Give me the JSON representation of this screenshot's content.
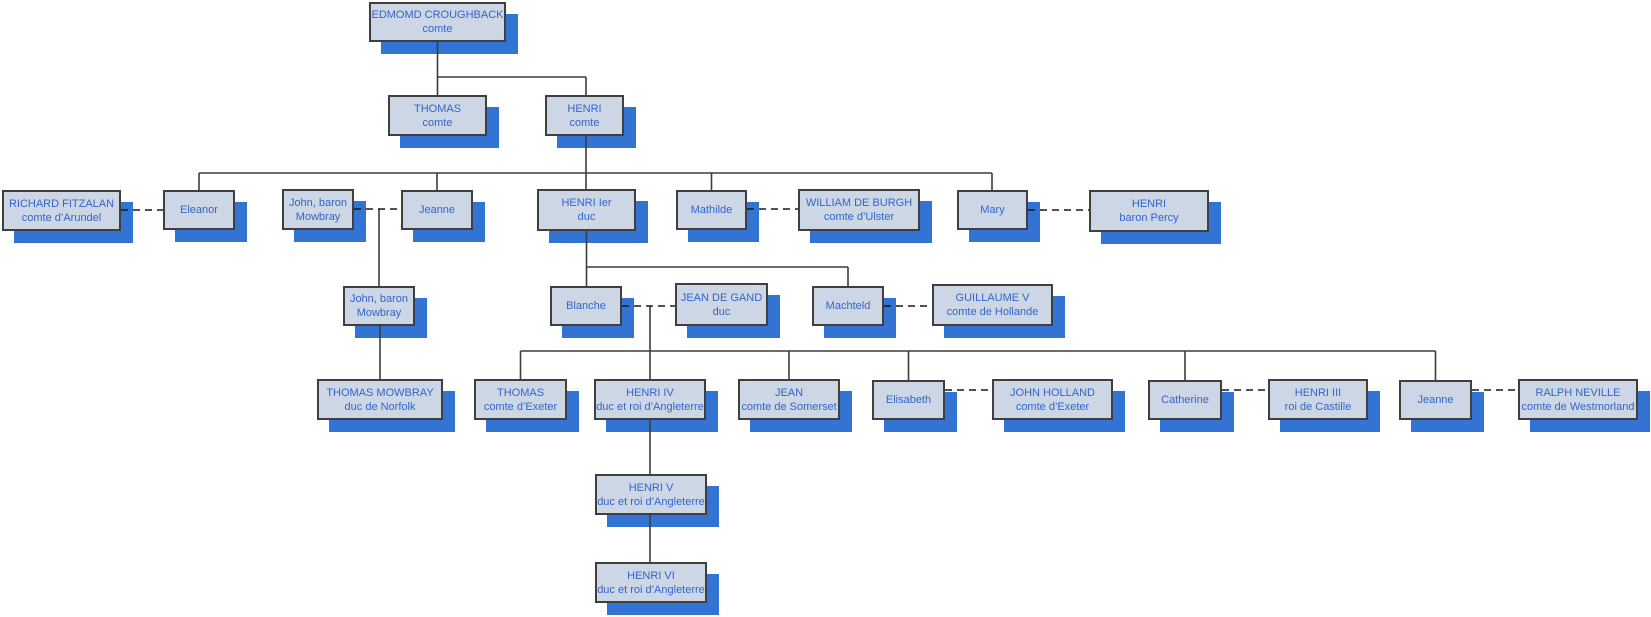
{
  "diagram": {
    "type": "family-tree-org-chart",
    "language": "fr",
    "colors": {
      "background": "#FFFFFF",
      "box_fill": "#CCD6E4",
      "box_border": "#3F3F3F",
      "box_shadow": "#3273D3",
      "text": "#3366CC",
      "connector_solid": "#3C3C3C",
      "connector_dashed": "#1A1A1A"
    },
    "legend": {
      "solid_line_meaning": "descent",
      "dashed_line_meaning": "marriage"
    }
  },
  "nodes": {
    "edmond": {
      "line1": "EDMOMD CROUGHBACK",
      "line2": "comte"
    },
    "thomas_comte": {
      "line1": "THOMAS",
      "line2": "comte"
    },
    "henri_comte": {
      "line1": "HENRI",
      "line2": "comte"
    },
    "richard_fitzalan": {
      "line1": "RICHARD FITZALAN",
      "line2": "comte d’Arundel"
    },
    "eleanor": {
      "line1": "Eleanor",
      "line2": ""
    },
    "john_mowbray_sr": {
      "line1": "John, baron",
      "line2": "Mowbray"
    },
    "jeanne_mowbray": {
      "line1": "Jeanne",
      "line2": ""
    },
    "henri_1er": {
      "line1": "HENRI Ier",
      "line2": "duc"
    },
    "mathilde": {
      "line1": "Mathilde",
      "line2": ""
    },
    "william_de_burgh": {
      "line1": "WILLIAM DE BURGH",
      "line2": "comte d’Ulster"
    },
    "mary": {
      "line1": "Mary",
      "line2": ""
    },
    "henri_percy": {
      "line1": "HENRI",
      "line2": "baron Percy"
    },
    "john_mowbray_jr": {
      "line1": "John, baron",
      "line2": "Mowbray"
    },
    "blanche": {
      "line1": "Blanche",
      "line2": ""
    },
    "jean_de_gand": {
      "line1": "JEAN DE GAND",
      "line2": "duc"
    },
    "machteld": {
      "line1": "Machteld",
      "line2": ""
    },
    "guillaume_v": {
      "line1": "GUILLAUME V",
      "line2": "comte de Hollande"
    },
    "thomas_mowbray": {
      "line1": "THOMAS MOWBRAY",
      "line2": "duc de Norfolk"
    },
    "thomas_exeter": {
      "line1": "THOMAS",
      "line2": "comte d’Exeter"
    },
    "henri_iv": {
      "line1": "HENRI IV",
      "line2": "duc et roi d’Angleterre"
    },
    "jean_somerset": {
      "line1": "JEAN",
      "line2": "comte de Somerset"
    },
    "elisabeth": {
      "line1": "Elisabeth",
      "line2": ""
    },
    "john_holland": {
      "line1": "JOHN HOLLAND",
      "line2": "comte d’Exeter"
    },
    "catherine": {
      "line1": "Catherine",
      "line2": ""
    },
    "henri_iii": {
      "line1": "HENRI III",
      "line2": "roi de Castille"
    },
    "jeanne_neville": {
      "line1": "Jeanne",
      "line2": ""
    },
    "ralph_neville": {
      "line1": "RALPH NEVILLE",
      "line2": "comte de Westmorland"
    },
    "henri_v": {
      "line1": "HENRI V",
      "line2": "duc et roi d’Angleterre"
    },
    "henri_vi": {
      "line1": "HENRI VI",
      "line2": "duc et roi d’Angleterre"
    }
  }
}
